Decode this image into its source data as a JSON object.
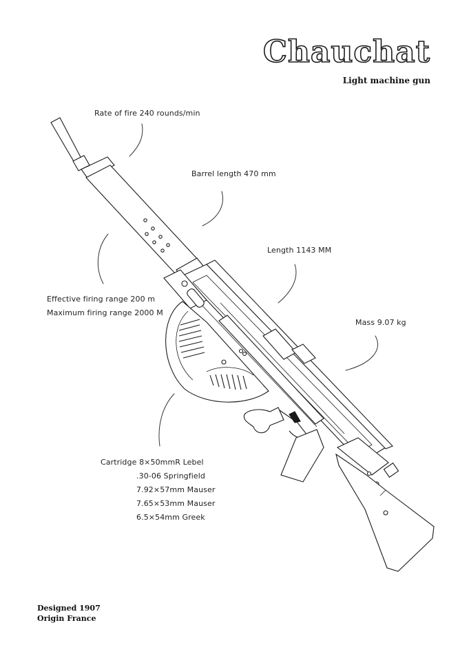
{
  "title": "Chauchat",
  "subtitle": "Light machine gun",
  "specs": {
    "rate_of_fire": "Rate of fire 240 rounds/min",
    "barrel_length": "Barrel length 470 mm",
    "length": "Length 1143 MM",
    "effective_range": "Effective firing range 200 m",
    "maximum_range": "Maximum firing range 2000 M",
    "mass": "Mass 9.07 kg",
    "cartridges": [
      "Cartridge 8×50mmR Lebel",
      ".30-06 Springfield",
      "7.92×57mm Mauser",
      "7.65×53mm Mauser",
      "6.5×54mm Greek"
    ]
  },
  "footer": {
    "designed": "Designed 1907",
    "origin": "Origin France"
  },
  "colors": {
    "ink": "#1a1a1a",
    "paper": "#ffffff"
  }
}
